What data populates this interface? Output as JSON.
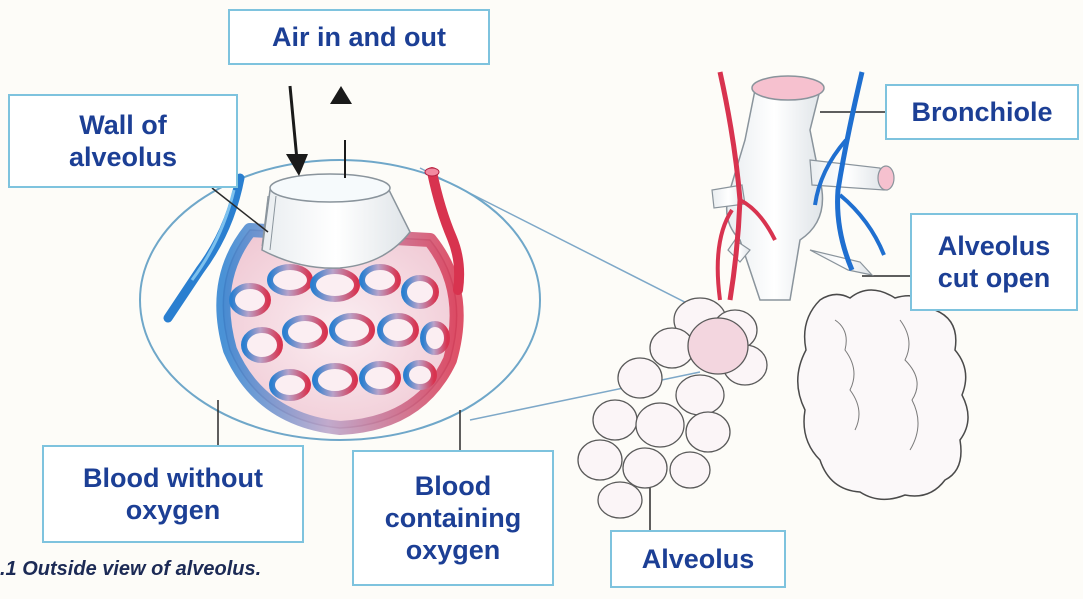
{
  "labels": {
    "air": "Air in and out",
    "wall_line1": "Wall of",
    "wall_line2": "alveolus",
    "bronchiole": "Bronchiole",
    "cut_line1": "Alveolus",
    "cut_line2": "cut open",
    "blood_without_line1": "Blood without",
    "blood_without_line2": "oxygen",
    "blood_with_line1": "Blood",
    "blood_with_line2": "containing",
    "blood_with_line3": "oxygen",
    "alveolus": "Alveolus"
  },
  "caption": ".1 Outside view of alveolus.",
  "colors": {
    "label_text": "#1c3f95",
    "label_border": "#7ec3de",
    "oxygen_rich": "#d8334f",
    "oxygen_poor": "#2a7fd0",
    "tissue_fill": "#f4dbe3"
  }
}
